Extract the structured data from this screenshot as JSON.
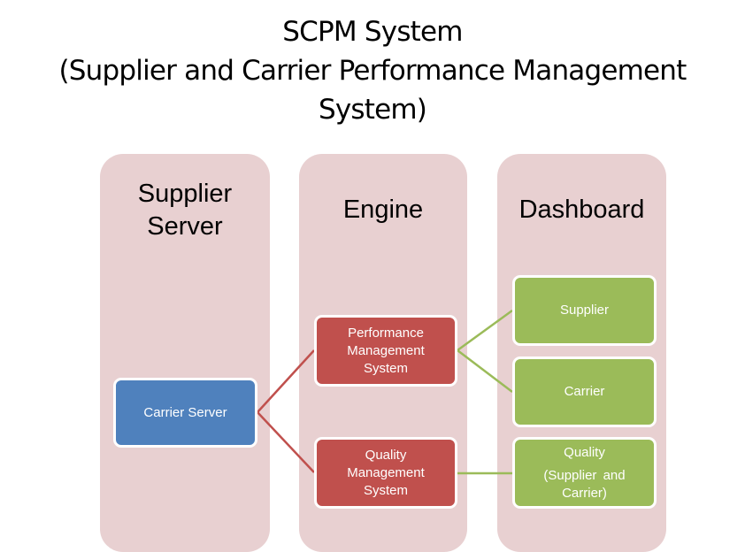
{
  "title": {
    "line1": "SCPM System",
    "line2": "(Supplier and Carrier Performance Management",
    "line3": "System)"
  },
  "colors": {
    "column_bg": "#e8d0d1",
    "supplier_server_node": "#4f81bd",
    "engine_nodes": "#c0504d",
    "dashboard_nodes": "#9bbb59",
    "red_connector": "#c0504d",
    "green_connector": "#9bbb59"
  },
  "columns": [
    {
      "heading_line1": "Supplier",
      "heading_line2": "Server",
      "nodes": [
        {
          "label": "Carrier Server"
        }
      ]
    },
    {
      "heading": "Engine",
      "nodes": [
        {
          "line1": "Performance",
          "line2": "Management",
          "line3": "System"
        },
        {
          "line1": "Quality",
          "line2": "Management",
          "line3": "System"
        }
      ]
    },
    {
      "heading": "Dashboard",
      "nodes": [
        {
          "label": "Supplier"
        },
        {
          "label": "Carrier"
        },
        {
          "line1": "Quality",
          "line2": "(Supplier and",
          "line3": "Carrier)"
        }
      ]
    }
  ],
  "connections": [
    {
      "from": "Carrier Server",
      "to": "Performance Management System"
    },
    {
      "from": "Carrier Server",
      "to": "Quality Management System"
    },
    {
      "from": "Performance Management System",
      "to": "Supplier"
    },
    {
      "from": "Performance Management System",
      "to": "Carrier"
    },
    {
      "from": "Quality Management System",
      "to": "Quality (Supplier and Carrier)"
    }
  ]
}
